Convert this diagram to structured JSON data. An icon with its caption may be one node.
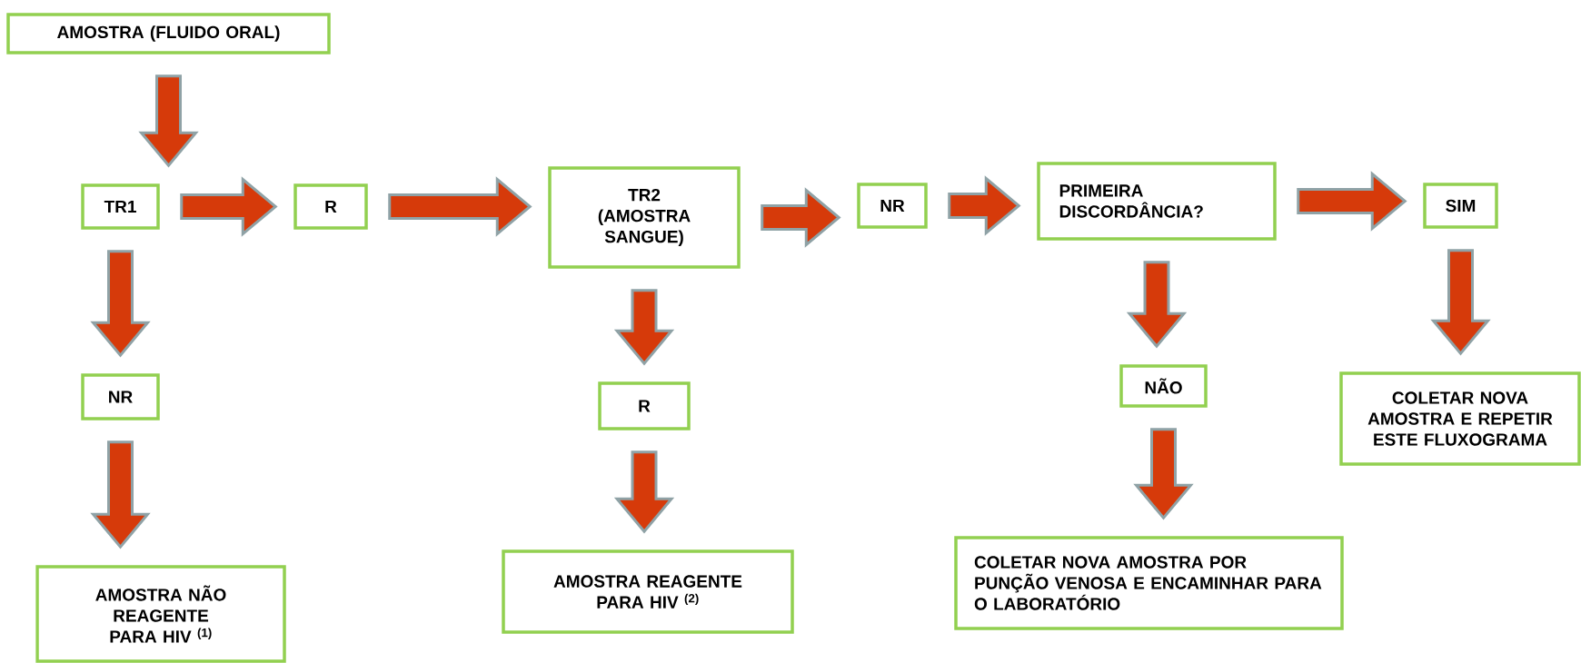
{
  "diagram": {
    "nodes": [
      {
        "text": [
          "AMOSTRA (FLUIDO ORAL)"
        ]
      },
      {
        "text": [
          "TR1"
        ]
      },
      {
        "text": [
          "R"
        ]
      },
      {
        "text": [
          "TR2 (AMOSTRA SANGUE)"
        ]
      },
      {
        "text": [
          "NR"
        ]
      },
      {
        "text": [
          "PRIMEIRA DISCORDÂNCIA?"
        ]
      },
      {
        "text": [
          "SIM"
        ]
      },
      {
        "text": [
          "NR"
        ]
      },
      {
        "text": [
          "R"
        ]
      },
      {
        "text": [
          "NÃO"
        ]
      },
      {
        "text": [
          "COLETAR NOVA AMOSTRA E REPETIR ESTE FLUXOGRAMA"
        ]
      },
      {
        "text": [
          "AMOSTRA NÃO REAGENTE PARA HIV $^{(1)}$"
        ]
      },
      {
        "text": [
          "AMOSTRA REAGENTE PARA HIV $^{(2)}$"
        ]
      },
      {
        "text": [
          "COLETAR NOVA AMOSTRA POR PUNÇÃO VENOSA E ENCAMINHAR PARA O LABORATÓRIO"
        ]
      }
    ],
    "edges": [
      {
        "from": 0,
        "to": 1,
        "arrow": "to"
      },
      {
        "from": 1,
        "to": 2,
        "arrow": "to"
      },
      {
        "from": 1,
        "to": 7,
        "arrow": "to"
      },
      {
        "from": 7,
        "to": 11,
        "arrow": "to"
      },
      {
        "from": 2,
        "to": 3,
        "arrow": "to"
      },
      {
        "from": 3,
        "to": 4,
        "arrow": "to"
      },
      {
        "from": 3,
        "to": 8,
        "arrow": "to"
      },
      {
        "from": 8,
        "to": 12,
        "arrow": "to"
      },
      {
        "from": 4,
        "to": 5,
        "arrow": "to"
      },
      {
        "from": 5,
        "to": 6,
        "arrow": "to"
      },
      {
        "from": 5,
        "to": 9,
        "arrow": "to"
      },
      {
        "from": 9,
        "to": 13,
        "arrow": "to"
      },
      {
        "from": 6,
        "to": 10,
        "arrow": "to"
      }
    ]
  }
}
